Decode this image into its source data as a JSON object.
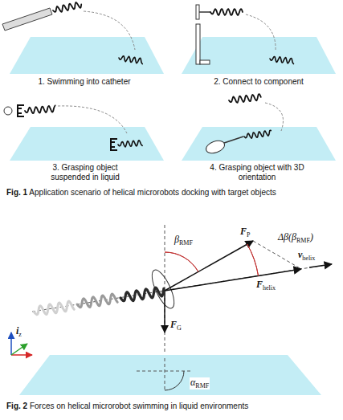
{
  "diagram": {
    "labels": [
      "1. Swimming into catheter",
      "2. Connect to component",
      "3. Grasping object suspended in liquid",
      "4. Grasping object with 3D orientation",
      "Fig. 1 Application scenario of helical microrobots docking with target objects",
      "βRMF",
      "FP",
      "Δβ(βRMF)",
      "Fhelix",
      "vhelix",
      "FG",
      "αRMF",
      "iz",
      "Fig. 2 Forces on helical microrobot swimming in liquid environments"
    ]
  }
}
